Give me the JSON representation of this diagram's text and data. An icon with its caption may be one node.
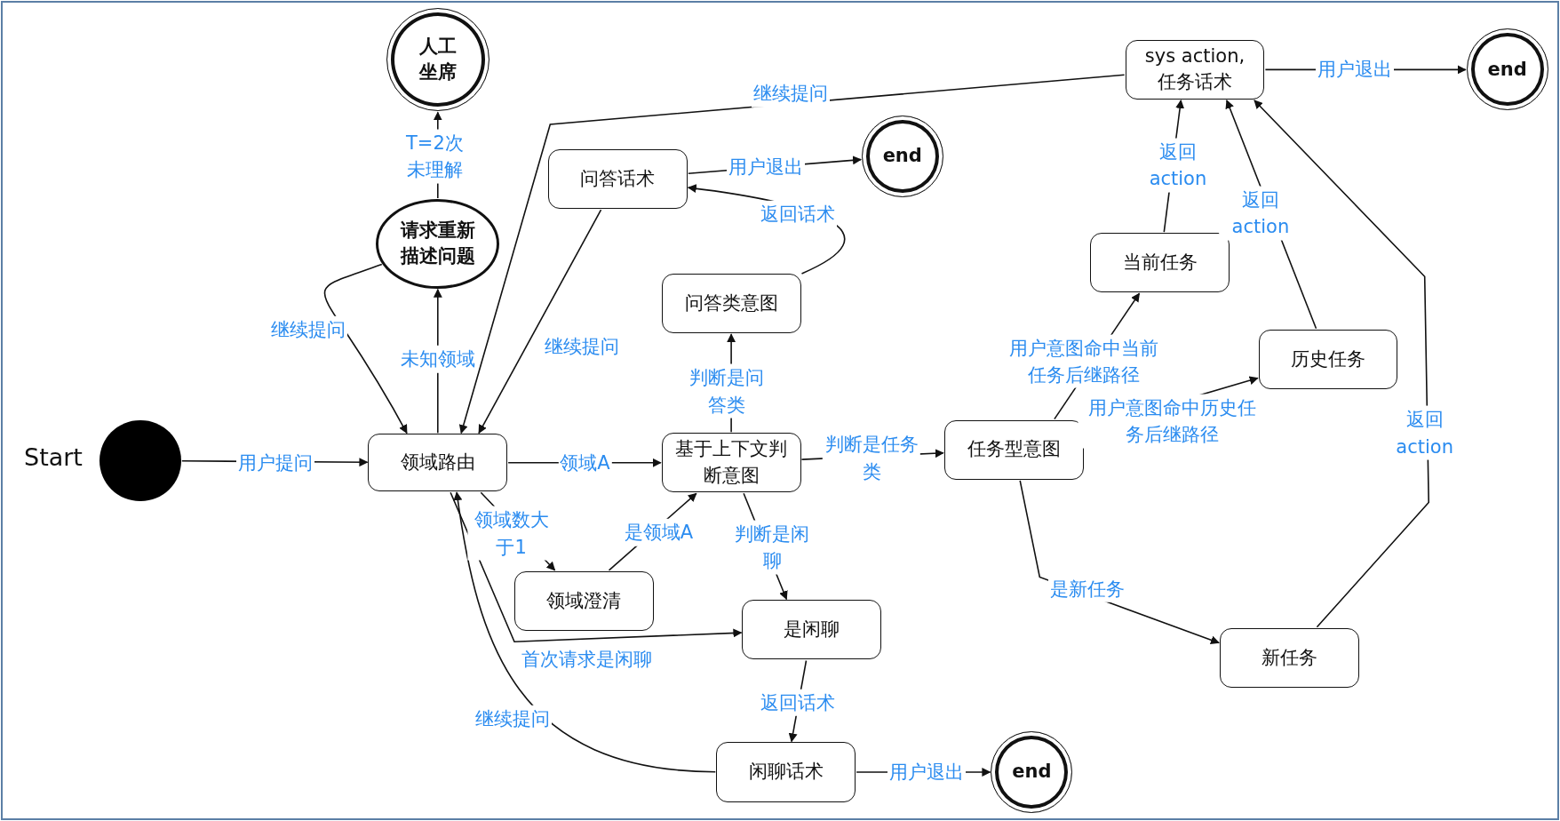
{
  "diagram": {
    "nodes": [
      {
        "text": [],
        "shape": "circle",
        "beside": [
          "Start"
        ]
      },
      {
        "text": [
          "领域路由"
        ]
      },
      {
        "text": [
          "请求重新描述问题"
        ]
      },
      {
        "text": [
          "人工坐席"
        ]
      },
      {
        "text": [
          "问答话术"
        ]
      },
      {
        "text": [
          "end"
        ]
      },
      {
        "text": [
          "问答类意图"
        ]
      },
      {
        "text": [
          "基于上下文判断意图"
        ]
      },
      {
        "text": [
          "领域澄清"
        ]
      },
      {
        "text": [
          "是闲聊"
        ]
      },
      {
        "text": [
          "闲聊话术"
        ]
      },
      {
        "text": [
          "end"
        ]
      },
      {
        "text": [
          "任务型意图"
        ]
      },
      {
        "text": [
          "当前任务"
        ]
      },
      {
        "text": [
          "历史任务"
        ]
      },
      {
        "text": [
          "新任务"
        ]
      },
      {
        "text": [
          "sys action, 任务话术"
        ]
      },
      {
        "text": [
          "end"
        ]
      }
    ],
    "edges": [
      {
        "from": 0,
        "to": 1,
        "arrow": "to",
        "label": "用户提问"
      },
      {
        "from": 1,
        "to": 2,
        "arrow": "to",
        "label": "未知领域"
      },
      {
        "from": 2,
        "to": 1,
        "arrow": "to",
        "label": "继续提问"
      },
      {
        "from": 2,
        "to": 3,
        "arrow": "to",
        "label": "T=2次未理解"
      },
      {
        "from": 16,
        "to": 1,
        "arrow": "to",
        "label": "继续提问"
      },
      {
        "from": 4,
        "to": 1,
        "arrow": "to",
        "label": "继续提问"
      },
      {
        "from": 4,
        "to": 5,
        "arrow": "to",
        "label": "用户退出"
      },
      {
        "from": 6,
        "to": 4,
        "arrow": "to",
        "label": "返回话术"
      },
      {
        "from": 1,
        "to": 7,
        "arrow": "to",
        "label": "领域A"
      },
      {
        "from": 1,
        "to": 8,
        "arrow": "to",
        "label": "领域数大于1"
      },
      {
        "from": 8,
        "to": 7,
        "arrow": "to",
        "label": "是领域A"
      },
      {
        "from": 7,
        "to": 6,
        "arrow": "to",
        "label": "判断是问答类"
      },
      {
        "from": 7,
        "to": 9,
        "arrow": "to",
        "label": "判断是闲聊"
      },
      {
        "from": 1,
        "to": 9,
        "arrow": "to",
        "label": "首次请求是闲聊"
      },
      {
        "from": 9,
        "to": 10,
        "arrow": "to",
        "label": "返回话术"
      },
      {
        "from": 10,
        "to": 11,
        "arrow": "to",
        "label": "用户退出"
      },
      {
        "from": 10,
        "to": 1,
        "arrow": "to",
        "label": "继续提问"
      },
      {
        "from": 7,
        "to": 12,
        "arrow": "to",
        "label": "判断是任务类"
      },
      {
        "from": 12,
        "to": 13,
        "arrow": "to",
        "label": "用户意图命中当前任务后继路径"
      },
      {
        "from": 12,
        "to": 14,
        "arrow": "to",
        "label": "用户意图命中历史任务后继路径"
      },
      {
        "from": 12,
        "to": 15,
        "arrow": "to",
        "label": "是新任务"
      },
      {
        "from": 13,
        "to": 16,
        "arrow": "to",
        "label": "返回action"
      },
      {
        "from": 14,
        "to": 16,
        "arrow": "to",
        "label": "返回action"
      },
      {
        "from": 15,
        "to": 16,
        "arrow": "to",
        "label": "返回action"
      },
      {
        "from": 16,
        "to": 17,
        "arrow": "to",
        "label": "用户退出"
      }
    ]
  }
}
